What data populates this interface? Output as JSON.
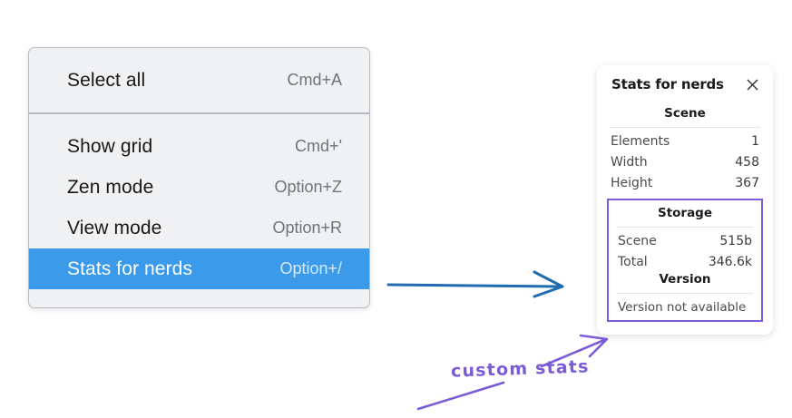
{
  "menu": {
    "sections": [
      {
        "items": [
          {
            "label": "Select all",
            "shortcut": "Cmd+A",
            "highlighted": false
          }
        ]
      },
      {
        "items": [
          {
            "label": "Show grid",
            "shortcut": "Cmd+'",
            "highlighted": false
          },
          {
            "label": "Zen mode",
            "shortcut": "Option+Z",
            "highlighted": false
          },
          {
            "label": "View mode",
            "shortcut": "Option+R",
            "highlighted": false
          },
          {
            "label": "Stats for nerds",
            "shortcut": "Option+/",
            "highlighted": true
          }
        ]
      }
    ],
    "highlight_color": "#3b9bea",
    "background_color": "#f0f1f3"
  },
  "stats_panel": {
    "title": "Stats for nerds",
    "close_icon": "close-icon",
    "sections": [
      {
        "heading": "Scene",
        "custom": false,
        "rows": [
          {
            "label": "Elements",
            "value": "1"
          },
          {
            "label": "Width",
            "value": "458"
          },
          {
            "label": "Height",
            "value": "367"
          }
        ]
      },
      {
        "heading": "Storage",
        "custom": true,
        "rows": [
          {
            "label": "Scene",
            "value": "515b"
          },
          {
            "label": "Total",
            "value": "346.6k"
          }
        ]
      },
      {
        "heading": "Version",
        "custom": true,
        "rows": [],
        "note": "Version not available"
      }
    ]
  },
  "annotations": {
    "handwritten_label": "custom stats",
    "handwritten_color": "#7b5cd6",
    "flow_arrow_color": "#1f6cb0"
  }
}
